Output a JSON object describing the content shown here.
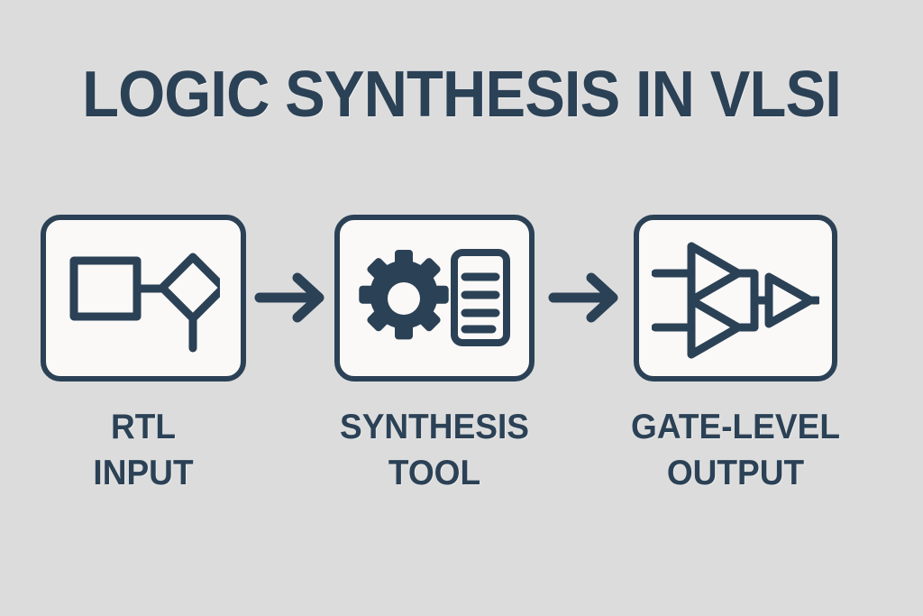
{
  "page": {
    "title": "LOGIC SYNTHESIS IN VLSI",
    "background_color": "#dcdcdc",
    "ink_color": "#2b4156",
    "card_fill_color": "#faf9f7"
  },
  "flow": {
    "steps": [
      {
        "id": "rtl-input",
        "label_line1": "RTL",
        "label_line2": "INPUT",
        "icon": "block-diagram-icon",
        "icon_parts": [
          "square-block",
          "connector-line",
          "diamond-node",
          "stem-line"
        ]
      },
      {
        "id": "synthesis-tool",
        "label_line1": "SYNTHESIS",
        "label_line2": "TOOL",
        "icon": "gear-document-icon",
        "icon_parts": [
          "gear-icon",
          "document-icon",
          "document-text-lines"
        ]
      },
      {
        "id": "gate-level-output",
        "label_line1": "GATE-LEVEL",
        "label_line2": "OUTPUT",
        "icon": "logic-gates-icon",
        "icon_parts": [
          "buffer-gate-top",
          "buffer-gate-bottom",
          "bus-line",
          "buffer-gate-right",
          "output-line"
        ]
      }
    ],
    "connectors": [
      {
        "id": "arrow-1",
        "icon": "arrow-right-icon"
      },
      {
        "id": "arrow-2",
        "icon": "arrow-right-icon"
      }
    ]
  }
}
